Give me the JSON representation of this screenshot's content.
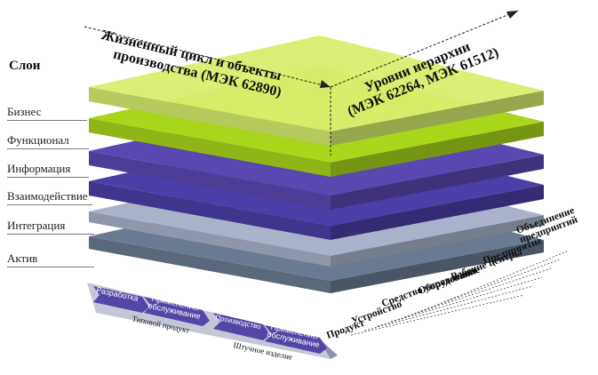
{
  "layers_title": "Слои",
  "layers": [
    {
      "label": "Бизнес",
      "color": "#d7ee6e"
    },
    {
      "label": "Функционал",
      "color": "#a9d51a"
    },
    {
      "label": "Информация",
      "color": "#5a48b0"
    },
    {
      "label": "Взаимодействие",
      "color": "#4b3ea6"
    },
    {
      "label": "Интеграция",
      "color": "#a9b2c8"
    },
    {
      "label": "Актив",
      "color": "#6a7a90"
    }
  ],
  "axis_lifecycle": [
    "Жизненный цикл и объекты",
    "производства (МЭК 62890)"
  ],
  "axis_hierarchy": [
    "Уровни иерархии",
    "(МЭК 62264, МЭК 61512)"
  ],
  "hierarchy_levels": [
    "Объединение предприятий",
    "Предприятие",
    "Рабочие центры",
    "Оборудование",
    "Средство управления",
    "Устройство",
    "Продукт"
  ],
  "lifecycle": {
    "type_group": {
      "steps": [
        "Разработка",
        "Применение/ обслуживание"
      ],
      "caption": "Типовой продукт"
    },
    "instance_group": {
      "steps": [
        "Производство",
        "Применение/ обслуживание"
      ],
      "caption": "Штучное изделие"
    }
  }
}
